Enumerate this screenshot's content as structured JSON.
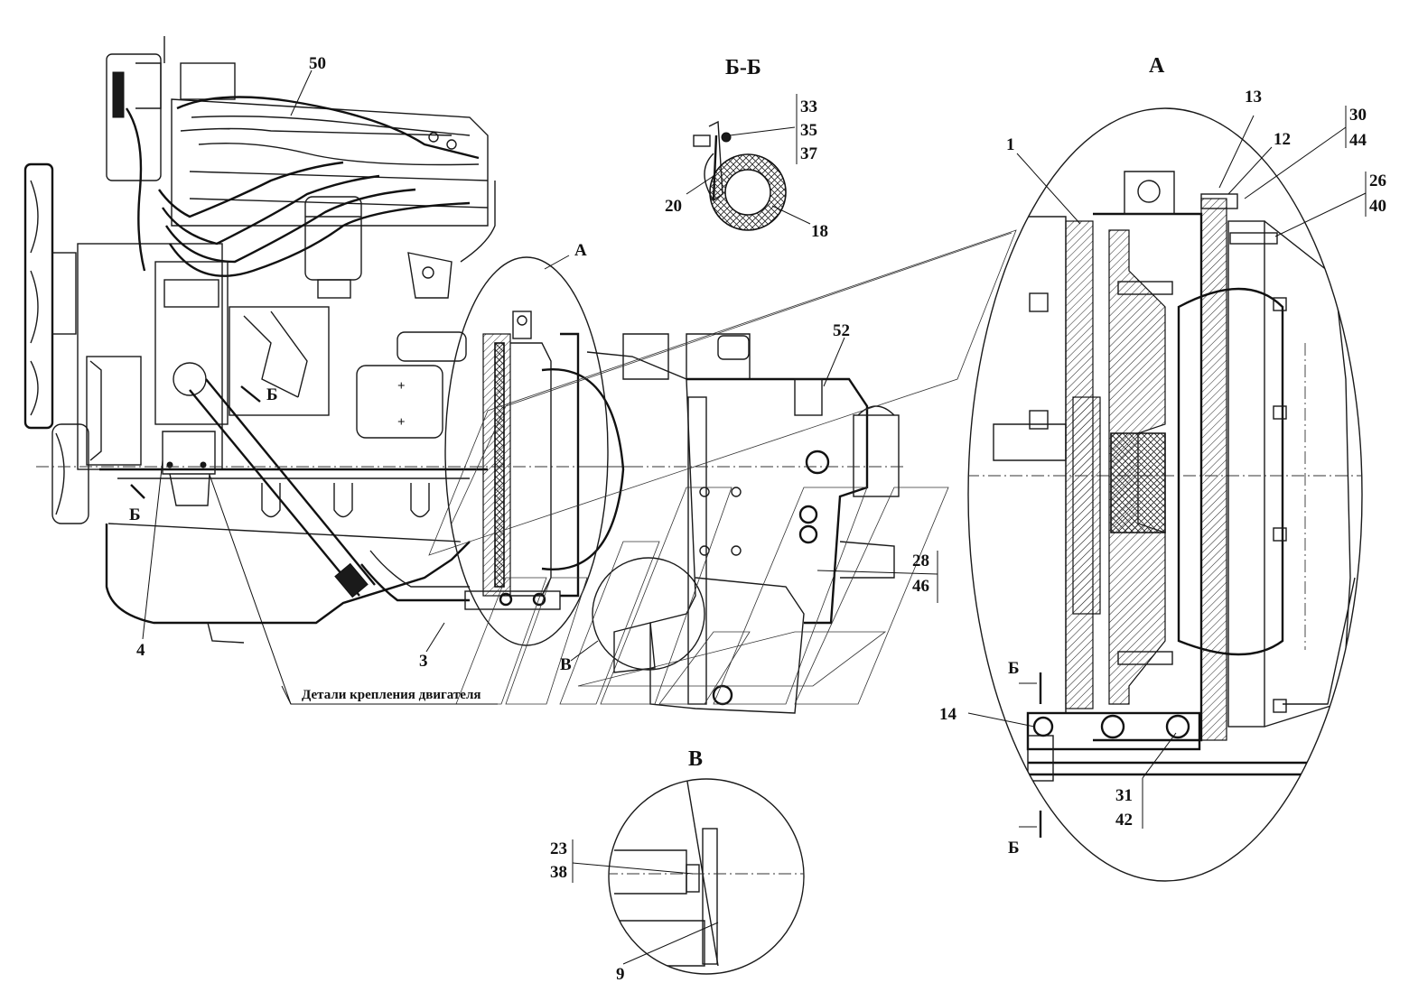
{
  "views": {
    "section_bb_title": "Б-Б",
    "view_a_title": "А",
    "view_a_marker": "А",
    "view_v_title": "В",
    "view_v_marker": "В"
  },
  "section_marks": {
    "b_main_upper": "Б",
    "b_main_lower": "Б",
    "b_detail_upper": "Б",
    "b_detail_lower": "Б"
  },
  "callouts": {
    "c50": "50",
    "c52": "52",
    "c4": "4",
    "c3": "3",
    "c28": "28",
    "c46": "46",
    "bb_33": "33",
    "bb_35": "35",
    "bb_37": "37",
    "bb_20": "20",
    "bb_18": "18",
    "a_1": "1",
    "a_13": "13",
    "a_12": "12",
    "a_30": "30",
    "a_44": "44",
    "a_26": "26",
    "a_40": "40",
    "a_14": "14",
    "a_31": "31",
    "a_42": "42",
    "v_23": "23",
    "v_38": "38",
    "v_9": "9"
  },
  "caption": "Детали крепления двигателя"
}
